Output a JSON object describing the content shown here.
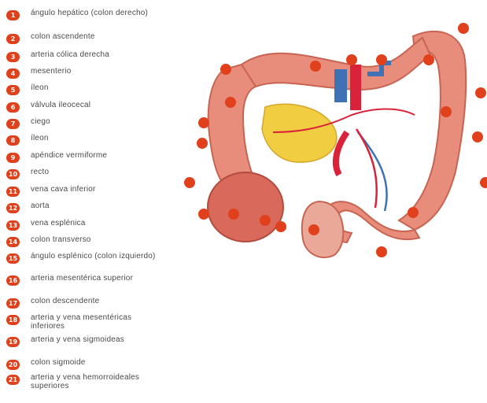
{
  "legend": {
    "items": [
      {
        "num": "1",
        "label": "ángulo hepático (colon derecho)"
      },
      {
        "num": "2",
        "label": "colon ascendente"
      },
      {
        "num": "3",
        "label": "arteria cólica derecha"
      },
      {
        "num": "4",
        "label": "mesenterio"
      },
      {
        "num": "5",
        "label": "íleon"
      },
      {
        "num": "6",
        "label": "válvula ileocecal"
      },
      {
        "num": "7",
        "label": "ciego"
      },
      {
        "num": "8",
        "label": "íleon"
      },
      {
        "num": "9",
        "label": "apéndice vermiforme"
      },
      {
        "num": "10",
        "label": "recto"
      },
      {
        "num": "11",
        "label": "vena cava inferior"
      },
      {
        "num": "12",
        "label": "aorta"
      },
      {
        "num": "13",
        "label": "vena esplénica"
      },
      {
        "num": "14",
        "label": "colon transverso"
      },
      {
        "num": "15",
        "label": "ángulo esplénico (colon izquierdo)"
      },
      {
        "num": "16",
        "label": "arteria mesentérica superior"
      },
      {
        "num": "17",
        "label": "colon descendente"
      },
      {
        "num": "18",
        "label": "arteria y vena mesentéricas inferiores"
      },
      {
        "num": "19",
        "label": "arteria y vena sigmoideas"
      },
      {
        "num": "20",
        "label": "colon sigmoide"
      },
      {
        "num": "21",
        "label": "arteria y vena hemorroideales superiores"
      }
    ]
  },
  "colors": {
    "badge": "#e0401b",
    "colon": "#e88c7c",
    "colon_dark": "#c86452",
    "fat": "#f1cd42",
    "artery": "#d9233a",
    "vein": "#3f71b5",
    "label_text": "#4a4a4a"
  }
}
